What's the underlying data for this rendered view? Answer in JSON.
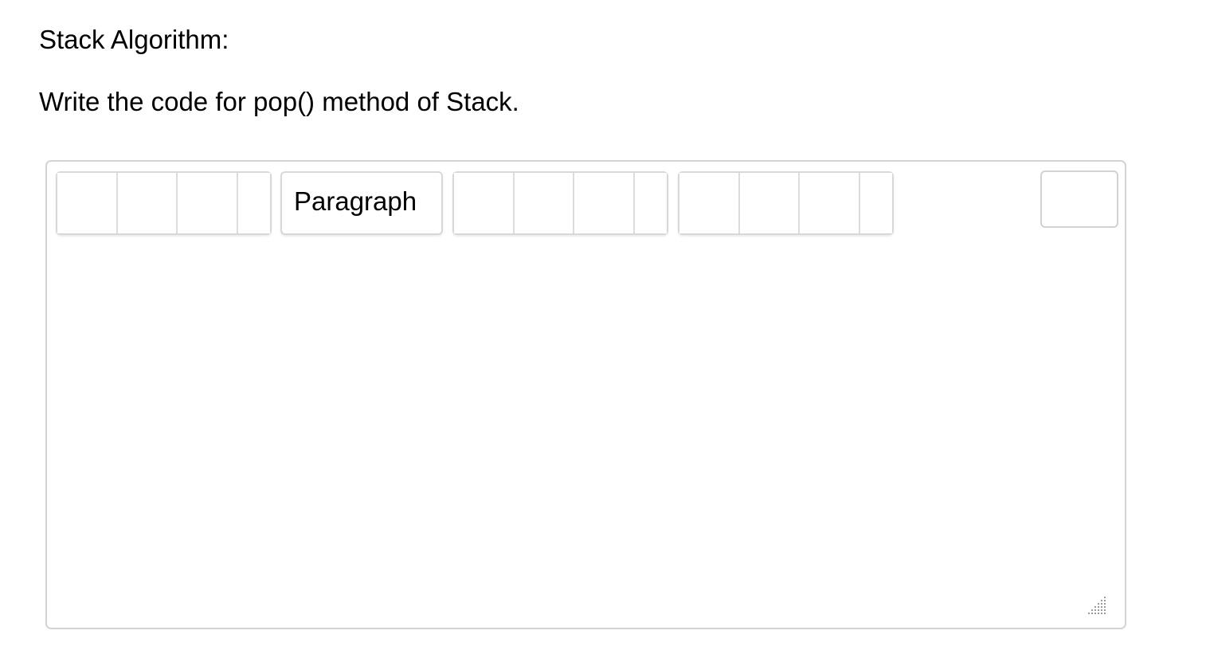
{
  "question": {
    "heading": "Stack Algorithm:",
    "prompt": "Write the code for pop() method of Stack."
  },
  "editor": {
    "toolbar": {
      "block_format_value": "Paragraph"
    },
    "content": ""
  },
  "icons": {
    "resize": "resize-grip-icon"
  },
  "colors": {
    "border": "#d4d4d4",
    "text": "#000000",
    "background": "#ffffff"
  }
}
